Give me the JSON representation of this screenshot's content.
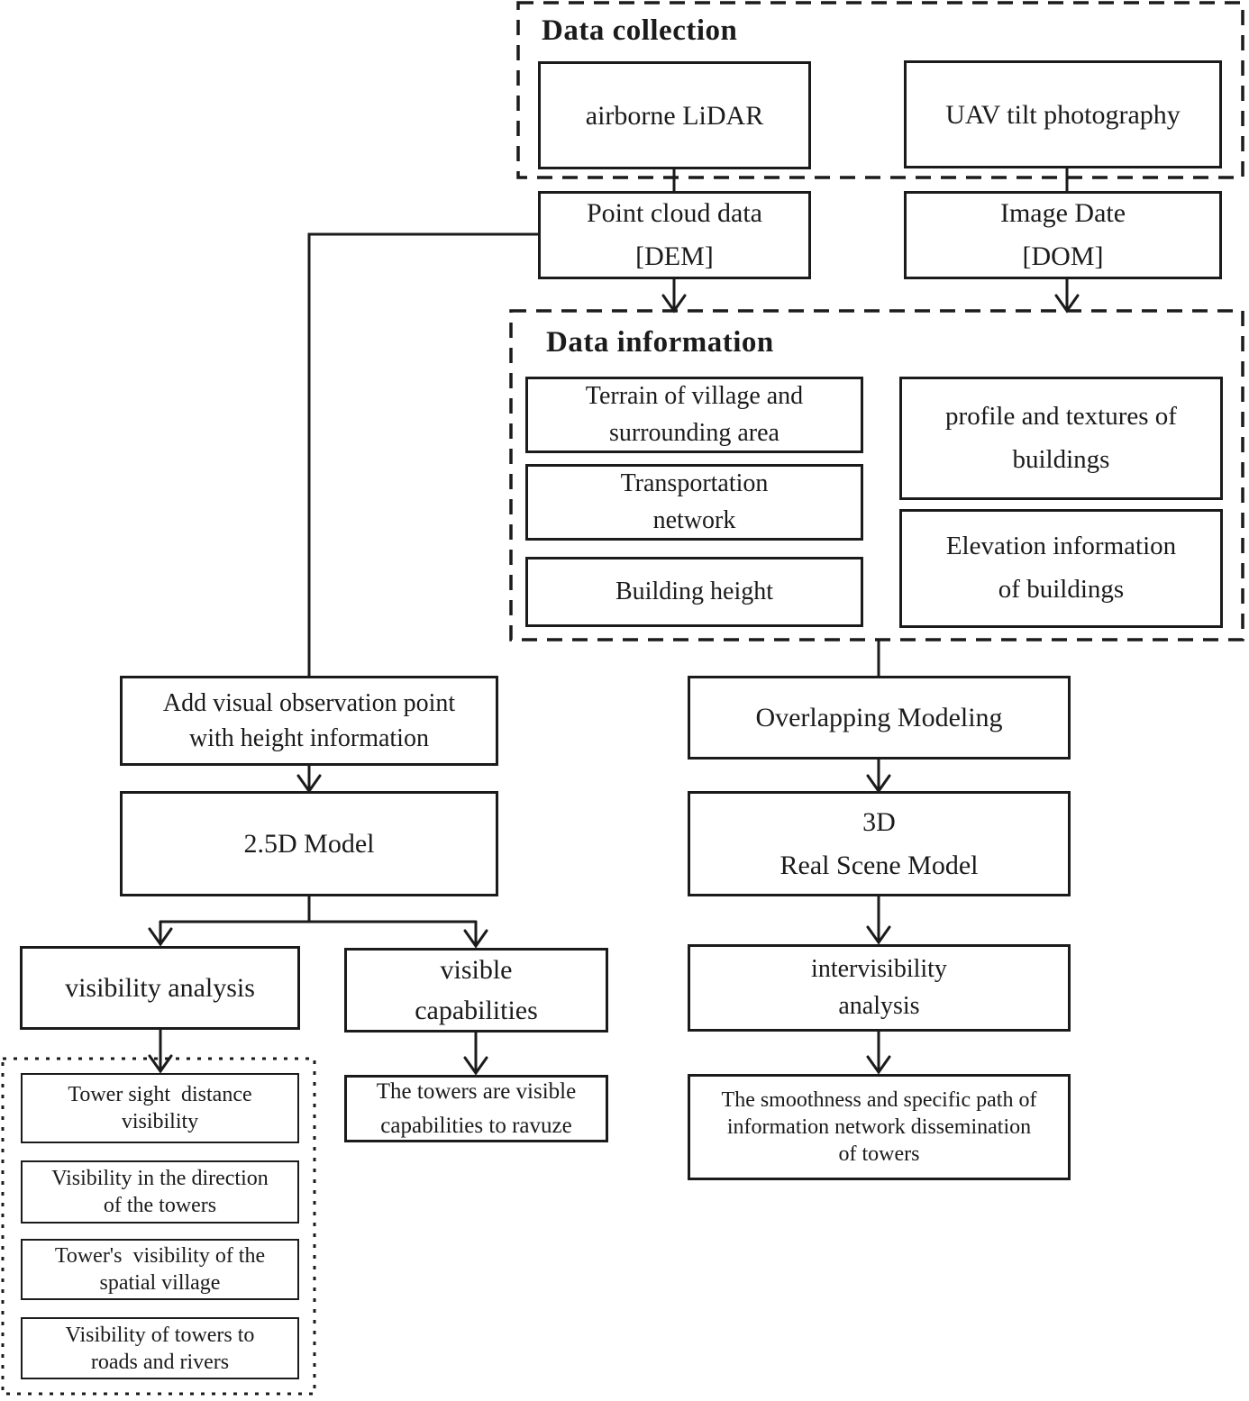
{
  "groups": {
    "data_collection": "Data collection",
    "data_information": "Data information"
  },
  "nodes": {
    "airborne_lidar": "airborne LiDAR",
    "uav_tilt_photography": "UAV tilt photography",
    "point_cloud_data": "Point cloud data\n[DEM]",
    "image_date": "Image Date\n[DOM]",
    "terrain": "Terrain of village and\nsurrounding area",
    "transportation_network": "Transportation\nnetwork",
    "building_height": "Building height",
    "profile_textures": "profile and textures of\nbuildings",
    "elevation_information": "Elevation information\nof buildings",
    "add_visual_observation": "Add visual observation point\nwith height information",
    "model_2_5d": "2.5D Model",
    "overlapping_modeling": "Overlapping Modeling",
    "real_scene_model_3d": "3D\nReal Scene Model",
    "visibility_analysis": "visibility analysis",
    "visible_capabilities": "visible\ncapabilities",
    "intervisibility_analysis": "intervisibility\nanalysis",
    "tower_sight_distance": "Tower sight  distance\nvisibility",
    "visibility_direction_towers": "Visibility in the direction\nof the towers",
    "towers_visibility_spatial_village": "Tower's  visibility of the\nspatial village",
    "visibility_towers_roads_rivers": "Visibility of towers to\nroads and rivers",
    "towers_visible_ravuze": "The towers are visible\ncapabilities to ravuze",
    "smoothness_path": "The smoothness and specific path of\ninformation network dissemination\nof towers"
  },
  "colors": {
    "line": "#1b1b1b",
    "text": "#1b1b1b",
    "background": "#ffffff"
  }
}
